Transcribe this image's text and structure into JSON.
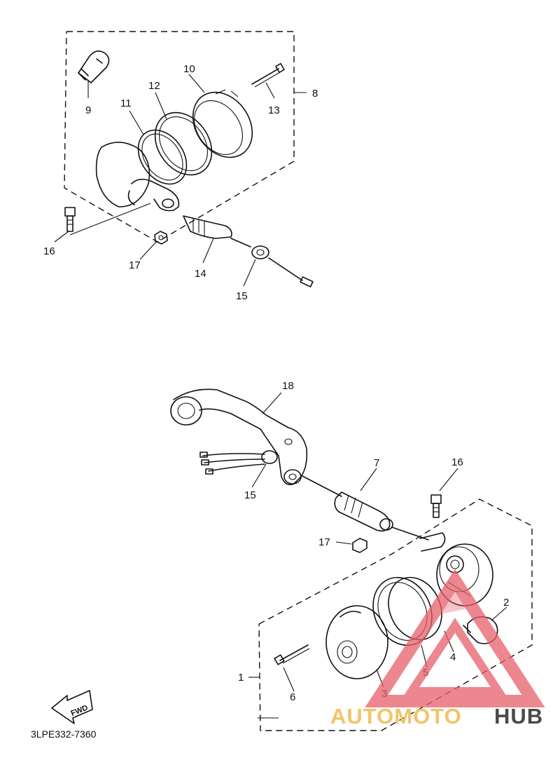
{
  "callouts": {
    "c1": "1",
    "c2": "2",
    "c3": "3",
    "c4": "4",
    "c5": "5",
    "c6": "6",
    "c7": "7",
    "c8": "8",
    "c9": "9",
    "c10": "10",
    "c11": "11",
    "c12": "12",
    "c13": "13",
    "c14": "14",
    "c15a": "15",
    "c15b": "15",
    "c16a": "16",
    "c16b": "16",
    "c17a": "17",
    "c17b": "17",
    "c18": "18"
  },
  "fwd_label": "FWD",
  "diagram_code": "3LPE332-7360",
  "watermark": {
    "part1": "AUTOMOTO",
    "part2": "HUB",
    "color_primary": "#f2c46a",
    "color_secondary": "#4a4a4a",
    "triangle_color": "#e8606a"
  }
}
